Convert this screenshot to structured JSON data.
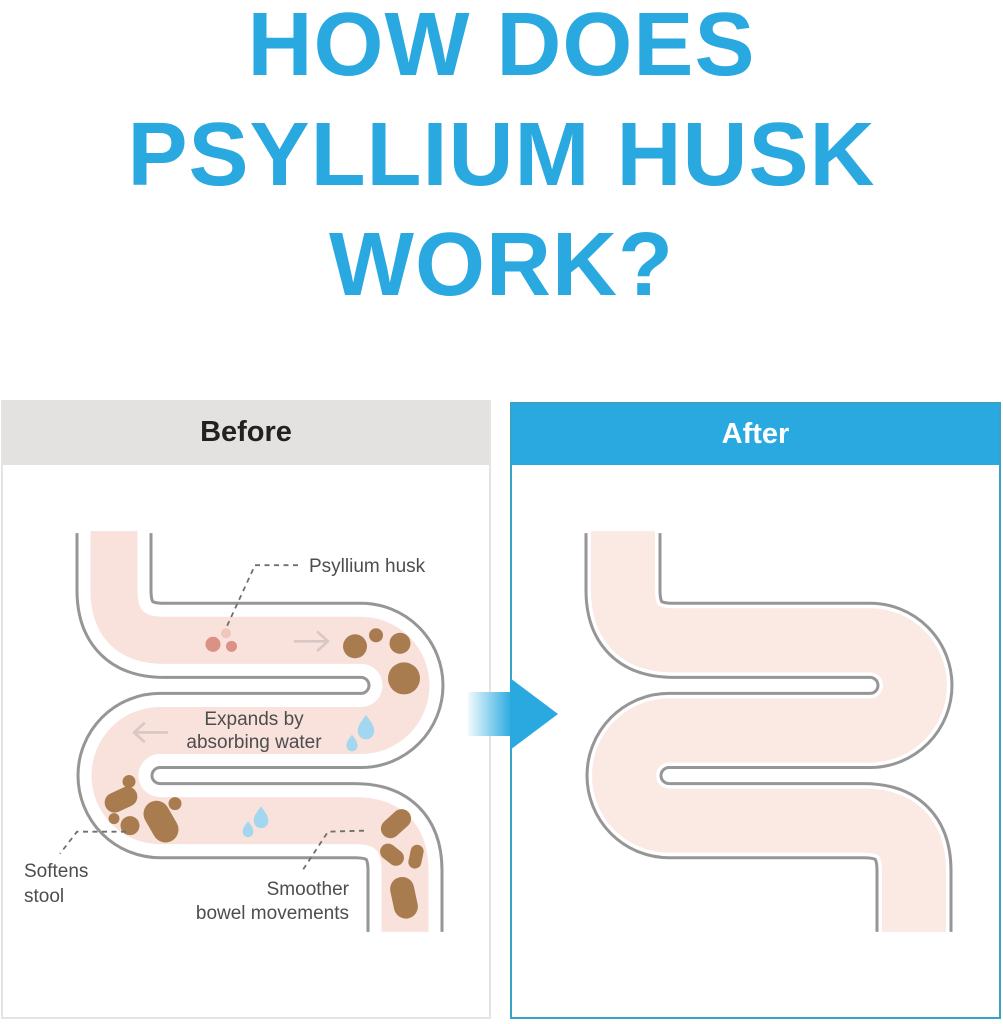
{
  "title": {
    "line1": "HOW DOES",
    "line2": "PSYLLIUM HUSK",
    "line3": "WORK?"
  },
  "panels": {
    "before": {
      "header": "Before",
      "labels": {
        "psyllium_husk": "Psyllium husk",
        "expands_line1": "Expands by",
        "expands_line2": "absorbing water",
        "softens_line1": "Softens",
        "softens_line2": "stool",
        "smoother_line1": "Smoother",
        "smoother_line2": "bowel movements"
      }
    },
    "after": {
      "header": "After"
    }
  },
  "colors": {
    "accent_blue": "#29a9e0",
    "after_border": "#38a3c5",
    "before_header_bg": "#e3e2e1",
    "before_header_text": "#232020",
    "tube_outline": "#969696",
    "tube_fill_before": "#f9e2dc",
    "tube_fill_after": "#fbe9e4",
    "stool_brown": "#a87c4e",
    "husk_dark": "#db9186",
    "husk_light": "#f2c5bd",
    "water_blue": "#a3d7ef",
    "flow_arrow": "#d8c7c4",
    "label_text": "#4d4d4d",
    "leader_line": "#6f6f6f"
  }
}
